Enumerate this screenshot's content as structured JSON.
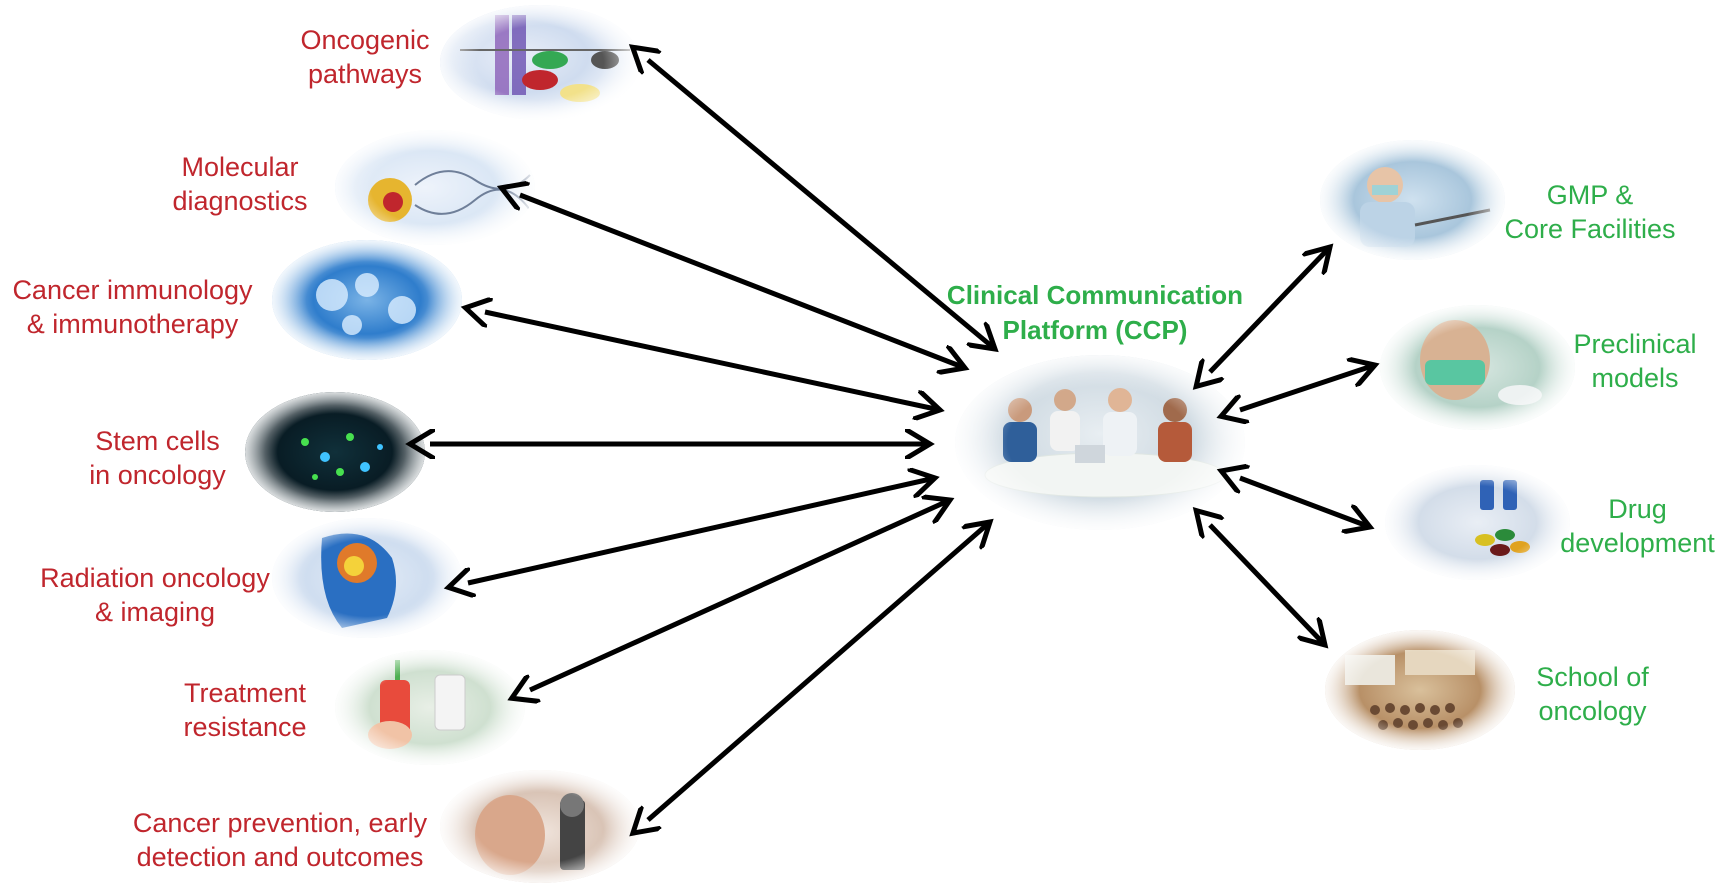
{
  "hub": {
    "title_line1": "Clinical Communication",
    "title_line2": "Platform (CCP)"
  },
  "left_nodes": [
    {
      "line1": "Oncogenic",
      "line2": "pathways"
    },
    {
      "line1": "Molecular",
      "line2": "diagnostics"
    },
    {
      "line1": "Cancer immunology",
      "line2": "& immunotherapy"
    },
    {
      "line1": "Stem cells",
      "line2": "in oncology"
    },
    {
      "line1": "Radiation oncology",
      "line2": "& imaging"
    },
    {
      "line1": "Treatment",
      "line2": "resistance"
    },
    {
      "line1": "Cancer prevention, early",
      "line2": "detection and outcomes"
    }
  ],
  "right_nodes": [
    {
      "line1": "GMP &",
      "line2": "Core Facilities"
    },
    {
      "line1": "Preclinical",
      "line2": "models"
    },
    {
      "line1": "Drug",
      "line2": "development"
    },
    {
      "line1": "School of",
      "line2": "oncology"
    }
  ],
  "colors": {
    "left_label": "#c0262d",
    "right_label": "#2eae4a",
    "hub_title": "#2eae4a",
    "arrow": "#000000"
  }
}
